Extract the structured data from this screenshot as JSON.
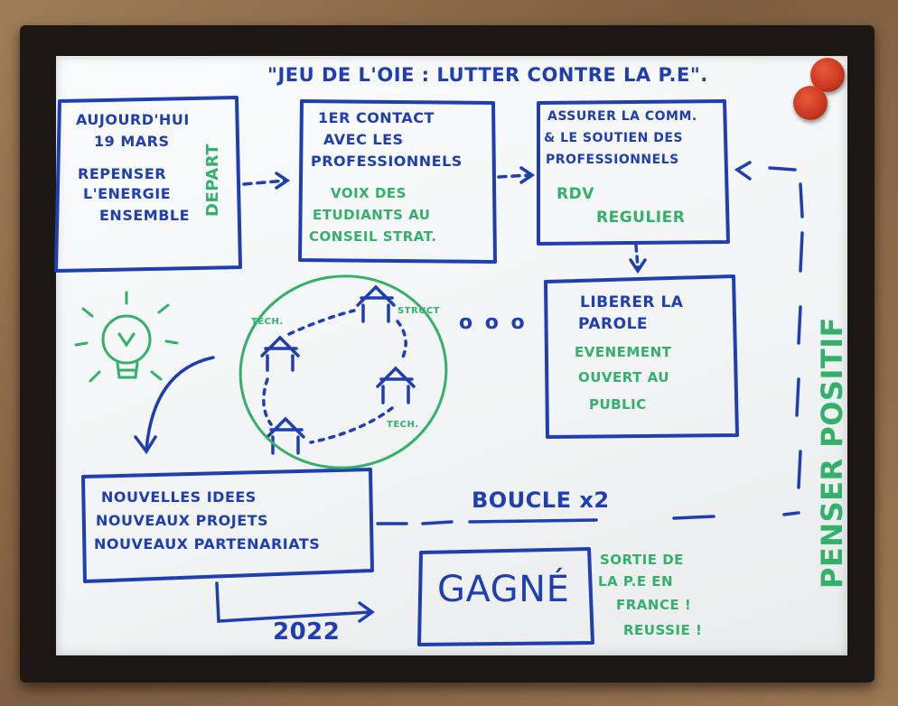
{
  "title": "\"JEU DE L'OIE : LUTTER CONTRE LA P.E\".",
  "boxes": {
    "today": [
      "AUJOURD'HUI",
      "19 MARS",
      "REPENSER",
      "L'ENERGIE",
      "ENSEMBLE"
    ],
    "depart": "DEPART",
    "contact": [
      "1ER CONTACT",
      "AVEC LES",
      "PROFESSIONNELS"
    ],
    "contact_green": [
      "VOIX DES",
      "ETUDIANTS AU",
      "CONSEIL STRAT."
    ],
    "assurer": [
      "ASSURER LA COMM.",
      "& LE SOUTIEN DES",
      "PROFESSIONNELS"
    ],
    "assurer_green": [
      "RDV",
      "REGULIER"
    ],
    "liberer": [
      "LIBERER LA",
      "PAROLE"
    ],
    "liberer_green": [
      "EVENEMENT",
      "OUVERT AU",
      "PUBLIC"
    ],
    "nouvelles": [
      "NOUVELLES IDEES",
      "NOUVEAUX PROJETS",
      "NOUVEAUX PARTENARIATS"
    ],
    "gagne": "GAGNÉ"
  },
  "network": {
    "tech_top": "TECH.",
    "struct": "STRUCT",
    "tech_bottom": "TECH."
  },
  "dots": "o o o",
  "boucle": "BOUCLE x2",
  "sortie": [
    "SORTIE DE",
    "LA P.E EN",
    "FRANCE !",
    "REUSSIE !"
  ],
  "year": "2022",
  "penser": "PENSER POSITIF",
  "colors": {
    "blue_marker": "#1f3fb0",
    "green_marker": "#33b06a",
    "frame": "#1c1712",
    "magnet": "#c9361e"
  }
}
